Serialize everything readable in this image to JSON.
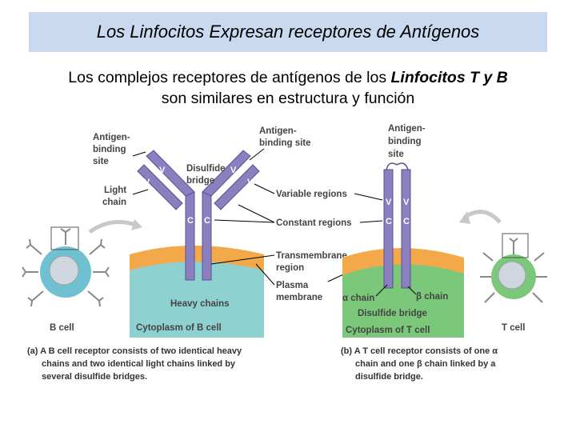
{
  "title": "Los Linfocitos Expresan receptores de Antígenos",
  "subtitle": {
    "text_before": "Los complejos receptores de antígenos de los ",
    "emphasis": "Linfocitos T y B",
    "text_after": " son similares en estructura y función"
  },
  "diagram": {
    "labels": {
      "antigen_binding_site_left": [
        "Antigen-",
        "binding",
        "site"
      ],
      "antigen_binding_site_mid": [
        "Antigen-",
        "binding site"
      ],
      "antigen_binding_site_right": [
        "Antigen-",
        "binding",
        "site"
      ],
      "light_chain": [
        "Light",
        "chain"
      ],
      "disulfide_bridge": [
        "Disulfide",
        "bridge"
      ],
      "variable_regions": "Variable regions",
      "constant_regions": "Constant regions",
      "transmembrane_region": [
        "Transmembrane",
        "region"
      ],
      "plasma_membrane": [
        "Plasma",
        "membrane"
      ],
      "heavy_chains": "Heavy chains",
      "cytoplasm_b": "Cytoplasm of B cell",
      "cytoplasm_t": "Cytoplasm of T cell",
      "alpha_chain": "α chain",
      "beta_chain": "β chain",
      "disulfide_bridge_t": "Disulfide bridge",
      "b_cell": "B cell",
      "t_cell": "T cell",
      "domain_v": "V",
      "domain_c": "C"
    },
    "captions": {
      "a": [
        "(a) A B cell receptor consists of two identical heavy",
        "chains and two identical light chains linked by",
        "several disulfide bridges."
      ],
      "b": [
        "(b) A T cell receptor consists of one α",
        "chain and one β chain linked by a",
        "disulfide bridge."
      ]
    },
    "colors": {
      "title_bg": "#c9d9f0",
      "cytoplasm_b": "#8fd0d0",
      "cytoplasm_t": "#7cc87a",
      "membrane": "#f3a94a",
      "chain": "#8a80c0",
      "chain_dark": "#5a5090"
    }
  }
}
